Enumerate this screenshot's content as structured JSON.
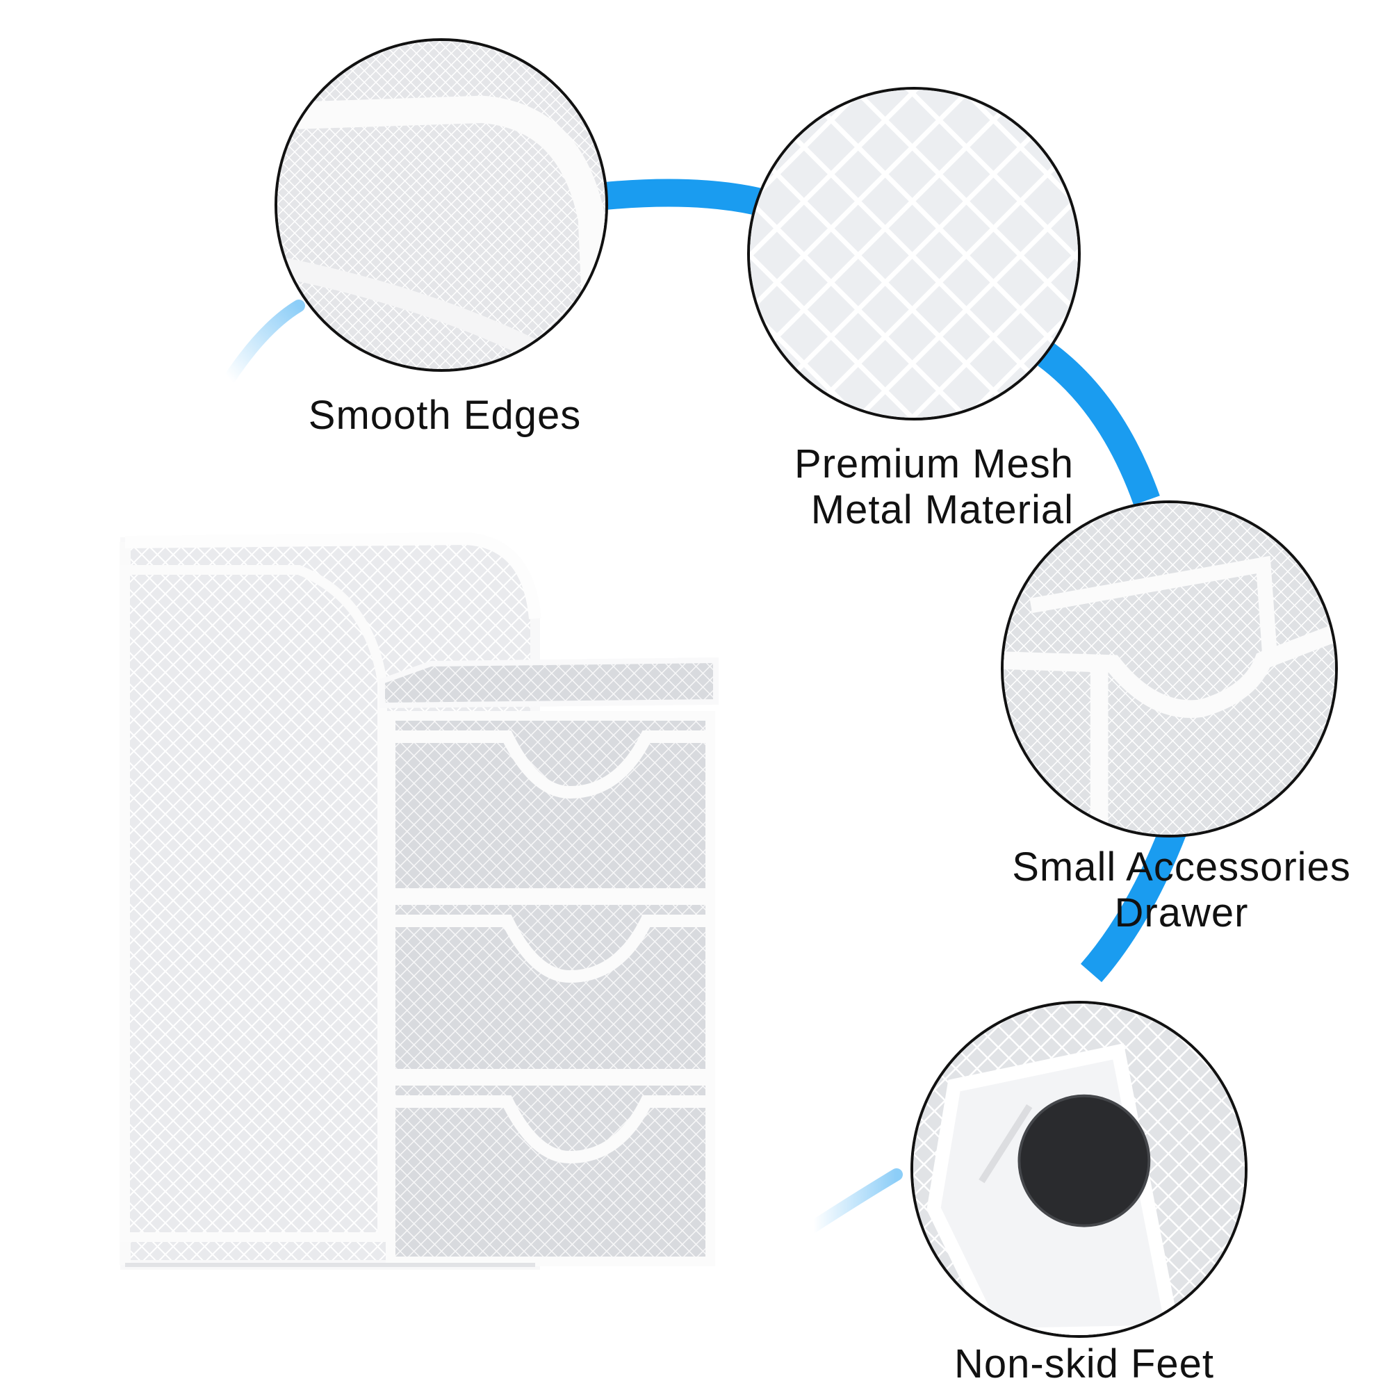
{
  "features": [
    {
      "id": "smooth-edges",
      "lines": [
        "Smooth Edges"
      ]
    },
    {
      "id": "premium-mesh",
      "lines": [
        "Premium Mesh",
        "Metal Material"
      ]
    },
    {
      "id": "small-drawer",
      "lines": [
        "Small Accessories",
        "Drawer"
      ]
    },
    {
      "id": "non-skid",
      "lines": [
        "Non-skid Feet"
      ]
    }
  ],
  "colors": {
    "accent": "#1a9cf0",
    "text": "#111111",
    "product": "#f2f3f5"
  },
  "icons": [
    "product-photo",
    "zoom-circle"
  ]
}
